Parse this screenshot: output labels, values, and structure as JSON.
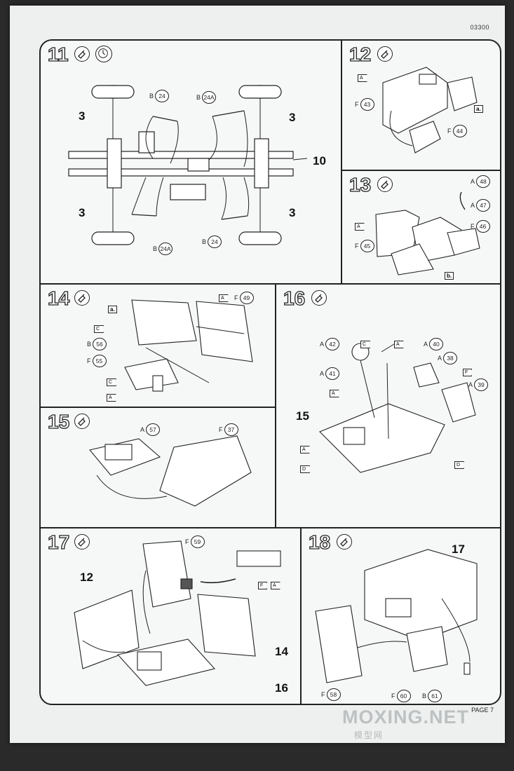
{
  "sheet": {
    "ref_code": "03300",
    "page_label": "PAGE 7",
    "watermark": "MOXING.NET",
    "watermark_sub": "模型网"
  },
  "icons": {
    "glue": "glue-tube-icon",
    "clock": "clock-icon"
  },
  "steps": [
    {
      "number": "11",
      "labels": [
        "B",
        "24",
        "B",
        "24A",
        "B",
        "24A",
        "B",
        "24"
      ],
      "callouts": [
        "3",
        "3",
        "3",
        "3",
        "10"
      ]
    },
    {
      "number": "12",
      "labels": [
        "F",
        "43",
        "F",
        "44",
        "A"
      ],
      "boxes": [
        "a."
      ]
    },
    {
      "number": "13",
      "labels": [
        "A",
        "48",
        "A",
        "47",
        "F",
        "46",
        "F",
        "45",
        "A"
      ],
      "boxes": [
        "b."
      ]
    },
    {
      "number": "14",
      "labels": [
        "A",
        "F",
        "49",
        "C",
        "B",
        "56",
        "F",
        "55",
        "C",
        "A"
      ],
      "boxes": [
        "a."
      ]
    },
    {
      "number": "15",
      "labels": [
        "A",
        "57",
        "F",
        "37"
      ]
    },
    {
      "number": "16",
      "labels": [
        "A",
        "42",
        "C",
        "A",
        "A",
        "40",
        "A",
        "38",
        "A",
        "41",
        "F",
        "A",
        "39",
        "A",
        "D",
        "D"
      ],
      "callouts": [
        "15"
      ]
    },
    {
      "number": "17",
      "labels": [
        "F",
        "59",
        "F",
        "A"
      ],
      "callouts": [
        "12",
        "14",
        "16"
      ]
    },
    {
      "number": "18",
      "labels": [
        "F",
        "58",
        "F",
        "60",
        "B",
        "61"
      ],
      "callouts": [
        "17"
      ]
    }
  ]
}
